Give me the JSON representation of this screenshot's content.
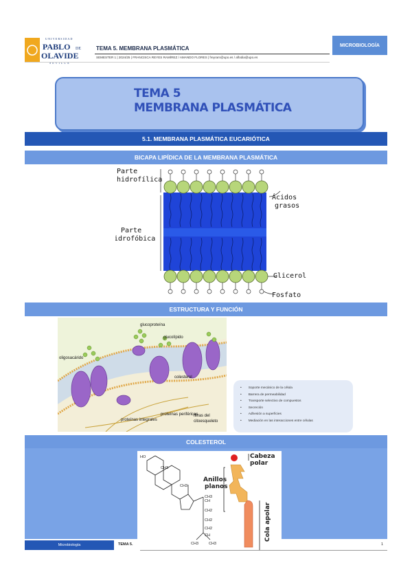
{
  "header": {
    "logo_text_top": "UNIVERSIDAD",
    "logo_name_line1": "PABLO",
    "logo_name_de": "DE",
    "logo_name_line2": "OLAVIDE",
    "logo_text_bottom": "SEVILLA",
    "doc_title": "TEMA 5. MEMBRANA PLASMÁTICA",
    "doc_subtitle": "SEMESTER 1 | 2024/25 | FRANCISCA REYES RAMÍREZ / AMANDO FLORES | freyram@upo.es / aflodia@upo.es",
    "subject": "MICROBIOLOGÍA"
  },
  "title": {
    "line1": "TEMA 5",
    "line2": "MEMBRANA PLASMÁTICA"
  },
  "section": {
    "heading": "5.1. MEMBRANA PLASMÁTICA EUCARIÓTICA"
  },
  "bilayer": {
    "heading": "BICAPA LIPÍDICA DE LA MEMBRANA PLASMÁTICA",
    "label_hydrophilic_1": "Parte",
    "label_hydrophilic_2": "hidrofílica",
    "label_hydrophobic_1": "Parte",
    "label_hydrophobic_2": "hidrofóbica",
    "label_fatty_1": "Ácidos",
    "label_fatty_2": "grasos",
    "label_glycerol": "Glicerol",
    "label_phosphate": "Fosfato"
  },
  "structure": {
    "heading": "ESTRUCTURA Y FUNCIÓN",
    "label_glycoprotein": "glucoproteína",
    "label_glycolipid": "glucolípido",
    "label_oligosaccharide": "oligosacárido",
    "label_cholesterol": "colesterol",
    "label_peripheral": "proteínas periféricas",
    "label_integral": "proteínas integrales",
    "label_filaments_1": "filiras del",
    "label_filaments_2": "citoesqueleto",
    "functions": [
      "Soporte mecánico de la célula",
      "Barrera de permeabilidad",
      "Transporte selectivo de compuestos",
      "Secreción",
      "Adhesión a superficies",
      "Mediación en las interacciones entre células"
    ]
  },
  "cholesterol": {
    "heading": "COLESTEROL",
    "label_head_1": "Cabeza",
    "label_head_2": "polar",
    "label_rings_1": "Anillos",
    "label_rings_2": "planos",
    "label_tail": "Cola apolar",
    "atom_ho": "HO",
    "atom_ch3_a": "CH3",
    "atom_ch3_b": "CH3",
    "atom_ch_a": "CH",
    "atom_ch2_a": "CH2",
    "atom_ch2_b": "CH2",
    "atom_ch2_c": "CH2",
    "atom_ch_b": "CH",
    "atom_ch3_c": "CH3",
    "atom_ch3_d": "CH3",
    "atom_ch3_e": "CH3"
  },
  "footer": {
    "left": "Microbiología",
    "mid": "TEMA 5.",
    "page": "1"
  },
  "colors": {
    "dark_blue": "#2457b5",
    "light_blue": "#6d99e0",
    "title_blue": "#3050b8",
    "lipid_head": "#b7d67a",
    "tail_blue": "#1f44d8"
  }
}
